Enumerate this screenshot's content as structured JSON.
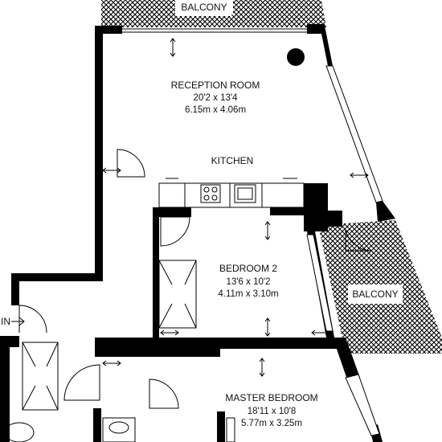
{
  "rooms": {
    "reception": {
      "title": "RECEPTION ROOM",
      "dim_imperial": "20'2 x 13'4",
      "dim_metric": "6.15m x 4.06m"
    },
    "kitchen": {
      "title": "KITCHEN"
    },
    "bedroom2": {
      "title": "BEDROOM 2",
      "dim_imperial": "13'6 x 10'2",
      "dim_metric": "4.11m x 3.10m"
    },
    "master": {
      "title": "MASTER BEDROOM",
      "dim_imperial": "18'11 x 10'8",
      "dim_metric": "5.77m x 3.25m"
    }
  },
  "balcony_top": "BALCONY",
  "balcony_right": "BALCONY",
  "entrance": "IN",
  "colors": {
    "wall": "#000000",
    "background": "#ffffff",
    "hatch": "#000000"
  }
}
